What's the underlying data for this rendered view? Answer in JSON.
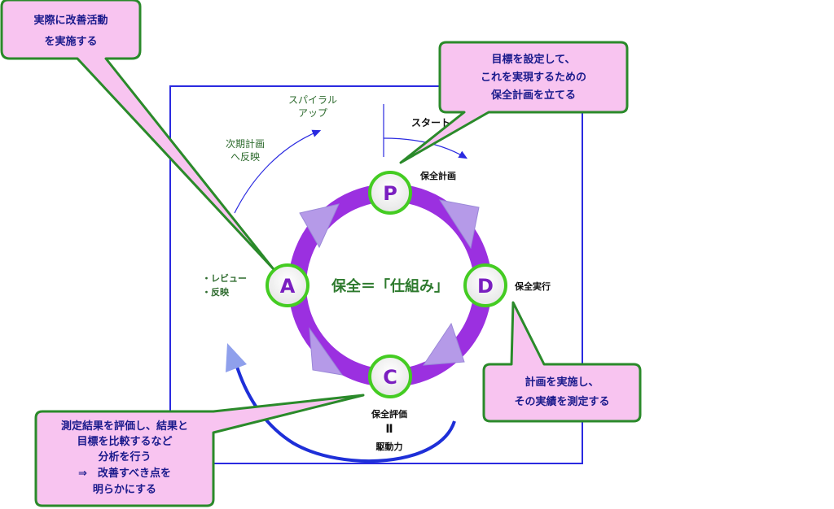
{
  "diagram": {
    "center_label": "保全＝「仕組み」",
    "nodes": {
      "p": {
        "letter": "P",
        "label": "保全計画"
      },
      "d": {
        "letter": "D",
        "label": "保全実行"
      },
      "c": {
        "letter": "C",
        "label_line1": "保全評価",
        "equals": "Ⅱ",
        "label_line2": "駆動力"
      },
      "a": {
        "letter": "A",
        "label_line1": "・レビュー",
        "label_line2": "・反映"
      }
    },
    "start_label": "スタート",
    "spiral_line1": "スパイラル",
    "spiral_line2": "アップ",
    "next_line1": "次期計画",
    "next_line2": "へ反映"
  },
  "callouts": {
    "act": [
      "実際に改善活動",
      "を実施する"
    ],
    "plan": [
      "目標を設定して、",
      "これを実現するための",
      "保全計画を立てる"
    ],
    "do": [
      "計画を実施し、",
      "その実績を測定する"
    ],
    "check": [
      "測定結果を評価し、結果と",
      "目標を比較するなど",
      "分析を行う",
      "⇒　改善すべき点を",
      "明らかにする"
    ]
  },
  "colors": {
    "frame": "#2a2ae0",
    "ring": "#9b30e0",
    "arrowhead": "#b59ae8",
    "node_border": "#44cc22",
    "node_letter": "#7a1fc0",
    "callout_fill": "#f8c4f0",
    "callout_border": "#2a8a2a",
    "spiral": "#1e2fd8",
    "arrow_light": "#8fa0ec"
  }
}
